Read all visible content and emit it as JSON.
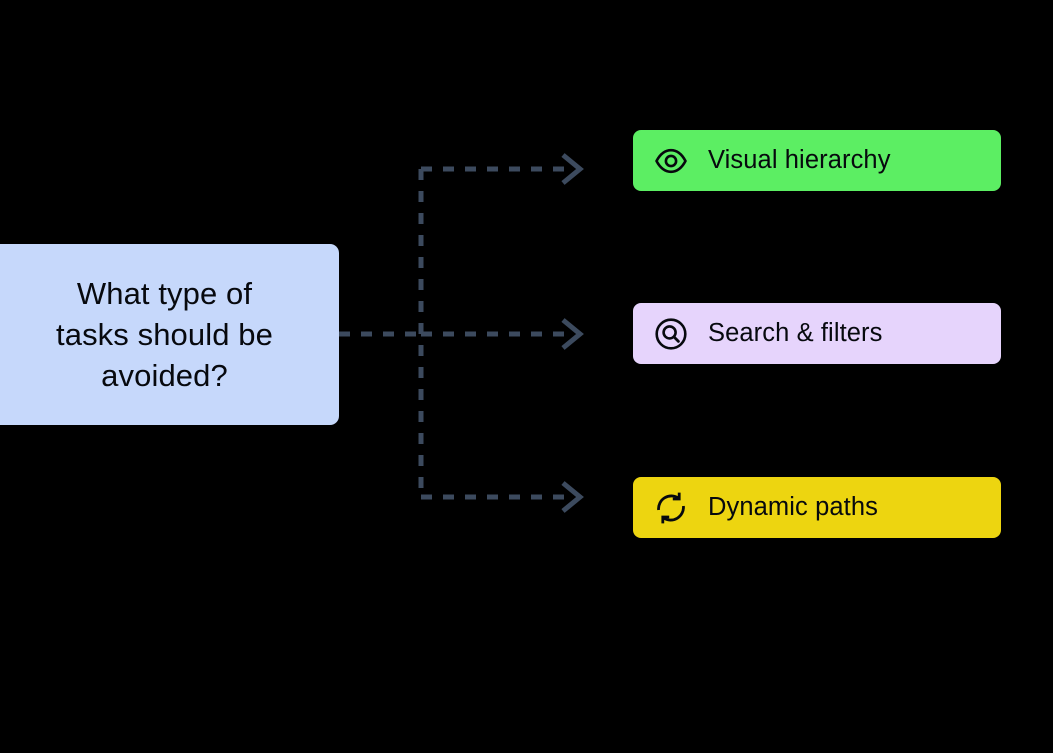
{
  "diagram": {
    "type": "mind-map",
    "background_color": "#000000",
    "connector_color": "#3c4a5e",
    "connector_style": "dashed",
    "root": {
      "label": "What type of tasks should be avoided?",
      "line_1": "What type of",
      "line_2": "tasks should be",
      "line_3": "avoided?",
      "fill_color": "#c6d8fb",
      "text_color": "#07090e"
    },
    "branches": [
      {
        "id": "visual-hierarchy",
        "label": "Visual hierarchy",
        "icon": "eye-icon",
        "fill_color": "#5cee63",
        "text_color": "#07090e"
      },
      {
        "id": "search-filters",
        "label": "Search & filters",
        "icon": "search-circle-icon",
        "fill_color": "#e6d4fc",
        "text_color": "#07090e"
      },
      {
        "id": "dynamic-paths",
        "label": "Dynamic paths",
        "icon": "refresh-sync-icon",
        "fill_color": "#edd510",
        "text_color": "#07090e"
      }
    ]
  }
}
